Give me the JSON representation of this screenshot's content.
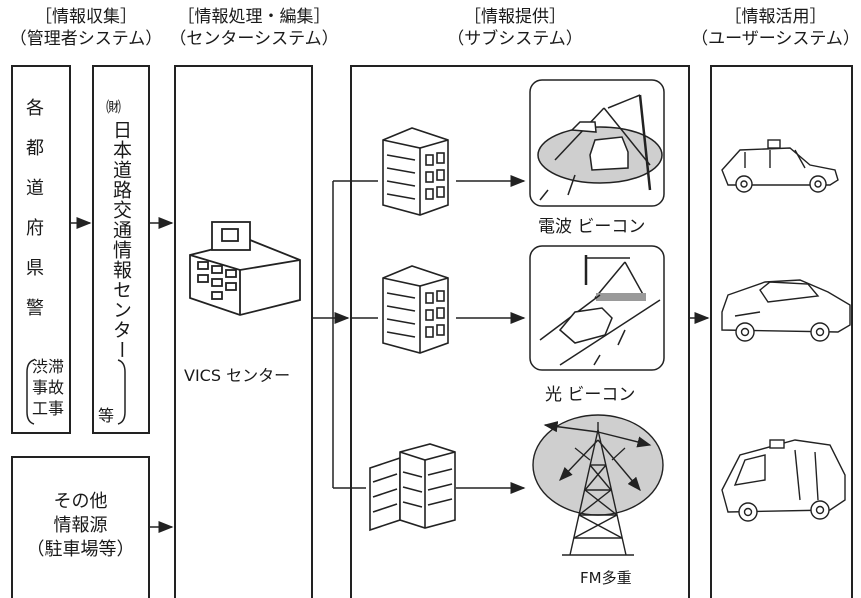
{
  "headers": {
    "collect": {
      "title": "［情報収集］",
      "sub": "（管理者システム）"
    },
    "process": {
      "title": "［情報処理・編集］",
      "sub": "（センターシステム）"
    },
    "provide": {
      "title": "［情報提供］",
      "sub": "（サブシステム）"
    },
    "use": {
      "title": "［情報活用］",
      "sub": "（ユーザーシステム）"
    }
  },
  "prefectures": [
    "各",
    "都",
    "道",
    "府",
    "県",
    "警"
  ],
  "jartic": {
    "prefix": "㈶",
    "name": "日本道路交通情報センター"
  },
  "data_types": {
    "line1": "渋滞",
    "line2": "事故",
    "line3": "工事",
    "etc": "等"
  },
  "other_source": {
    "line1": "その他",
    "line2": "情報源",
    "line3": "（駐車場等）"
  },
  "center_label": "VICS センター",
  "beacons": {
    "radio": "電波 ビーコン",
    "optical": "光 ビーコン",
    "fm": "FM多重"
  }
}
